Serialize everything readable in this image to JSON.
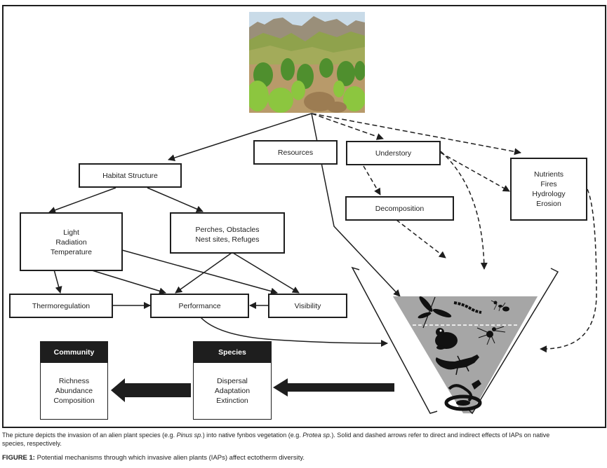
{
  "figure": {
    "photo": {
      "description": "Landscape photo of mountains with invading pine trees in fynbos vegetation",
      "colors": {
        "sky": "#c9dbe8",
        "mountain": "#9a8f7a",
        "slope": "#8fa24c",
        "pine": "#4f8f2e",
        "bright_pine": "#8cc63f",
        "ground": "#b89a6a"
      }
    },
    "boxes": {
      "resources": {
        "lines": [
          "Resources"
        ]
      },
      "understory": {
        "lines": [
          "Understory"
        ]
      },
      "habitat_structure": {
        "lines": [
          "Habitat Structure"
        ]
      },
      "decomposition": {
        "lines": [
          "Decomposition"
        ]
      },
      "nutrients": {
        "lines": [
          "Nutrients",
          "Fires",
          "Hydrology",
          "Erosion"
        ]
      },
      "light": {
        "lines": [
          "Light",
          "Radiation",
          "Temperature"
        ]
      },
      "perches": {
        "lines": [
          "Perches, Obstacles",
          "Nest sites, Refuges"
        ]
      },
      "thermoregulation": {
        "lines": [
          "Thermoregulation"
        ]
      },
      "performance": {
        "lines": [
          "Performance"
        ]
      },
      "visibility": {
        "lines": [
          "Visibility"
        ]
      }
    },
    "level_boxes": {
      "community": {
        "header": "Community",
        "lines": [
          "Richness",
          "Abundance",
          "Composition"
        ]
      },
      "species": {
        "header": "Species",
        "lines": [
          "Dispersal",
          "Adaptation",
          "Extinction"
        ]
      }
    },
    "funnel": {
      "fill_color": "#a6a6a6",
      "animals": [
        "dragonfly",
        "worm",
        "ant",
        "frog",
        "spider",
        "lizard",
        "snake"
      ],
      "divider": "dashed-white"
    },
    "legend": {
      "solid_arrow": "direct effect",
      "dashed_arrow": "indirect effect"
    }
  },
  "caption": {
    "line1_parts": [
      "The picture depicts the invasion of an alien plant species (e.g. ",
      "Pinus sp.",
      ") into native fynbos vegetation (e.g. ",
      "Protea sp.",
      "). Solid and dashed arrows refer to direct and indirect effects of IAPs on native"
    ],
    "line2": "species, respectively.",
    "figure_label": "FIGURE 1:",
    "figure_title": " Potential mechanisms through which invasive alien plants (IAPs) affect ectotherm diversity."
  }
}
